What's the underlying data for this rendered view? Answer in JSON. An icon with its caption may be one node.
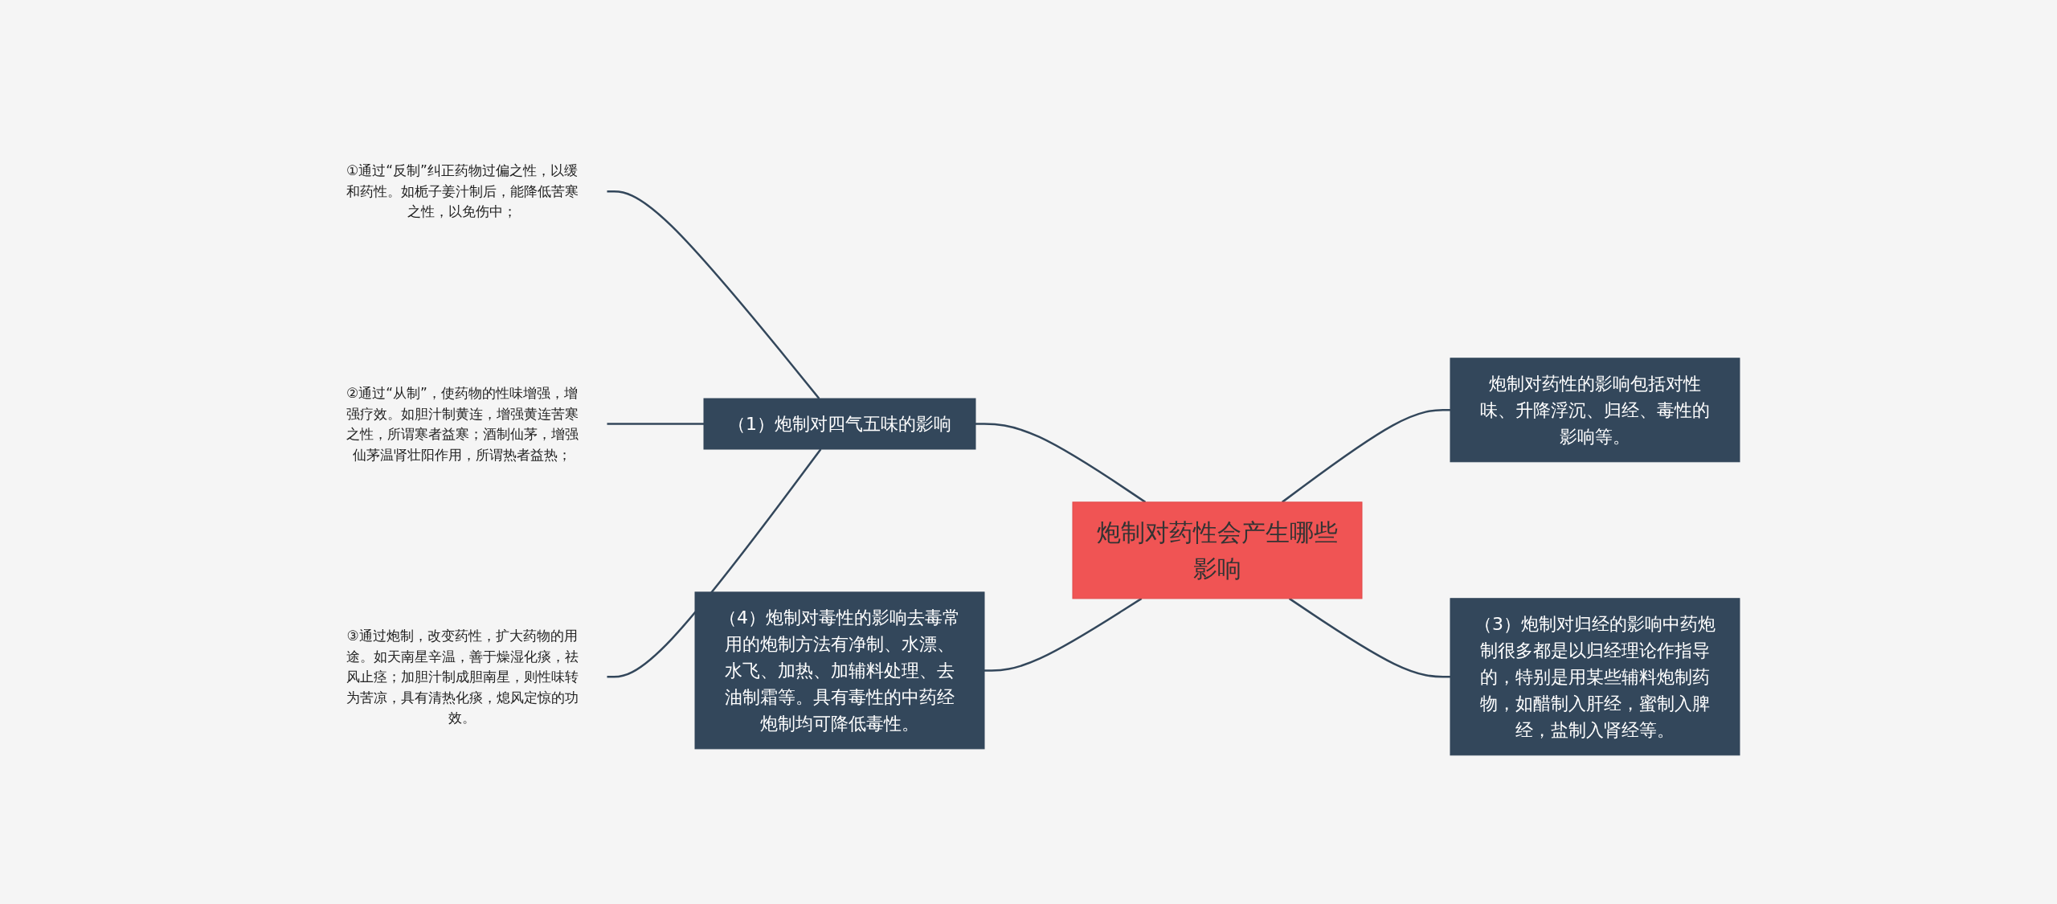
{
  "diagram": {
    "nodes": [
      {
        "text": [
          "炮制对药性会产生哪些影响"
        ]
      },
      {
        "text": [
          "（1）炮制对四气五味的影响"
        ]
      },
      {
        "text": [
          "①通过“反制”纠正药物过偏之性，以缓和药性。如栀子姜汁制后，能降低苦寒之性，以免伤中；"
        ]
      },
      {
        "text": [
          "②通过“从制”，使药物的性味增强，增强疗效。如胆汁制黄连，增强黄连苦寒之性，所谓寒者益寒；酒制仙茅，增强仙茅温肾壮阳作用，所谓热者益热；"
        ]
      },
      {
        "text": [
          "③通过炮制，改变药性，扩大药物的用途。如天南星辛温，善于燥湿化痰，祛风止痉；加胆汁制成胆南星，则性味转为苦凉，具有清热化痰，熄风定惊的功效。"
        ]
      },
      {
        "text": [
          "（4）炮制对毒性的影响去毒常用的炮制方法有净制、水漂、水飞、加热、加辅料处理、去油制霜等。具有毒性的中药经炮制均可降低毒性。"
        ]
      },
      {
        "text": [
          "炮制对药性的影响包括对性味、升降浮沉、归经、毒性的影响等。"
        ]
      },
      {
        "text": [
          "（3）炮制对归经的影响中药炮制很多都是以归经理论作指导的，特别是用某些辅料炮制药物，如醋制入肝经，蜜制入脾经，盐制入肾经等。"
        ]
      }
    ],
    "edges": [
      {
        "from": 2,
        "to": 1,
        "arrow": "none"
      },
      {
        "from": 3,
        "to": 1,
        "arrow": "none"
      },
      {
        "from": 4,
        "to": 1,
        "arrow": "none"
      },
      {
        "from": 1,
        "to": 0,
        "arrow": "none"
      },
      {
        "from": 5,
        "to": 0,
        "arrow": "none"
      },
      {
        "from": 0,
        "to": 6,
        "arrow": "none"
      },
      {
        "from": 0,
        "to": 7,
        "arrow": "none"
      }
    ]
  }
}
